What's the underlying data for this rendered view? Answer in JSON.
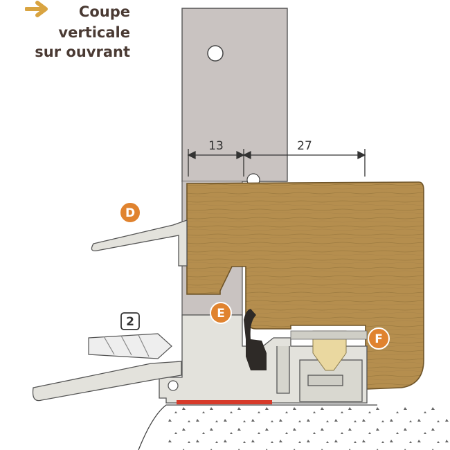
{
  "title": {
    "lines": [
      "Coupe",
      "verticale",
      "sur ouvrant"
    ],
    "arrow_icon": "arrow-right-icon",
    "arrow_color": "#d9a441",
    "text_color": "#4a3a33"
  },
  "dimensions": {
    "left": "13",
    "right": "27"
  },
  "labels": {
    "D": "D",
    "E": "E",
    "F": "F",
    "num2": "2"
  },
  "colors": {
    "badge": "#e0832f",
    "wood": "#b58e4e",
    "wood_dark": "#8a6a34",
    "frame_grey": "#c9c3c1",
    "aluminium": "#e3e2dc",
    "gasket": "#2e2a27",
    "seal_yellow": "#ead8a0",
    "red_seal": "#d73a2a"
  }
}
